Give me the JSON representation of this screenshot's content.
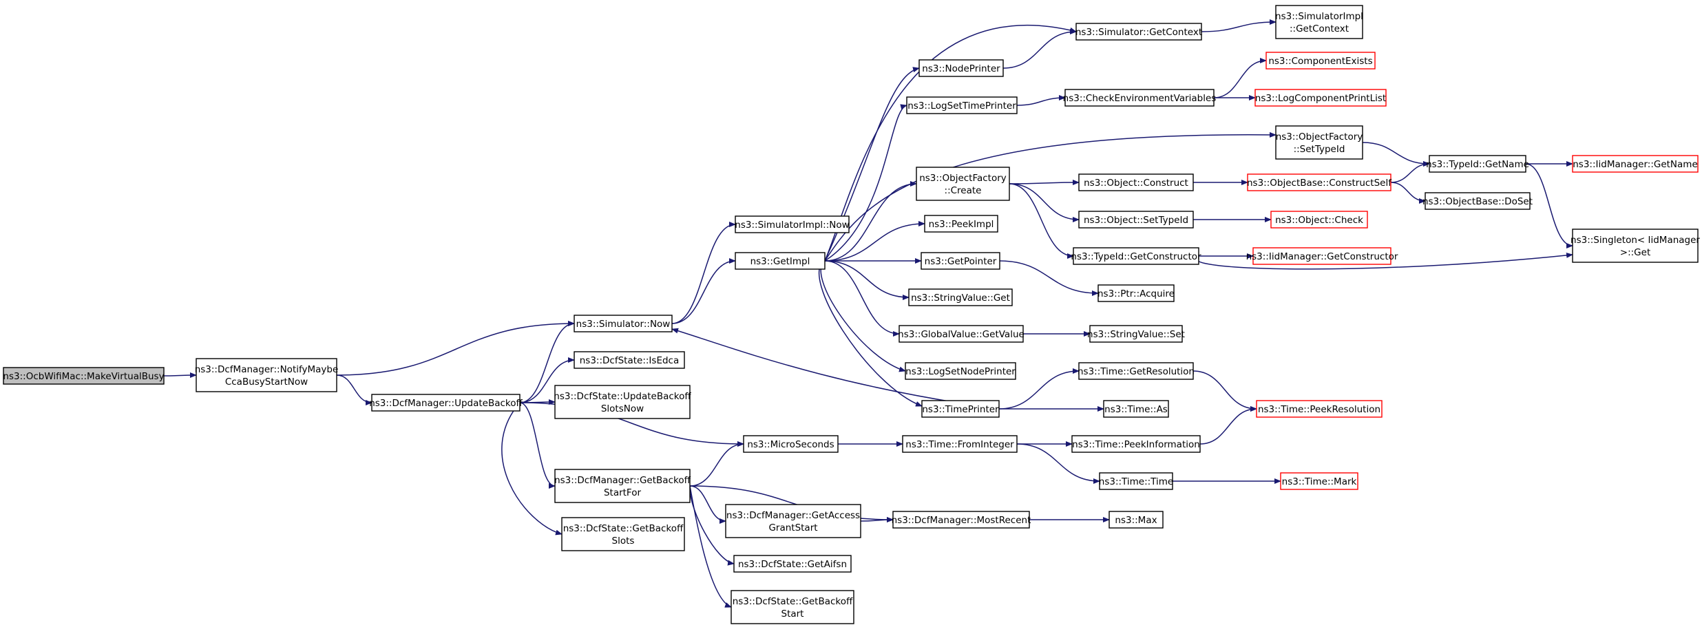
{
  "colors": {
    "edge": "#191970",
    "normal_border": "#000000",
    "truncated_border": "#ff0000",
    "root_fill": "#bfbfbf",
    "node_fill": "#ffffff"
  },
  "nodes": [
    {
      "id": "root",
      "lines": [
        "ns3::OcbWifiMac::MakeVirtualBusy"
      ],
      "root": true
    },
    {
      "id": "notify",
      "lines": [
        "ns3::DcfManager::NotifyMaybe",
        "CcaBusyStartNow"
      ]
    },
    {
      "id": "updbk",
      "lines": [
        "ns3::DcfManager::UpdateBackoff"
      ]
    },
    {
      "id": "simnow",
      "lines": [
        "ns3::Simulator::Now"
      ]
    },
    {
      "id": "isedca",
      "lines": [
        "ns3::DcfState::IsEdca"
      ]
    },
    {
      "id": "updslots",
      "lines": [
        "ns3::DcfState::UpdateBackoff",
        "SlotsNow"
      ]
    },
    {
      "id": "getbkfor",
      "lines": [
        "ns3::DcfManager::GetBackoff",
        "StartFor"
      ]
    },
    {
      "id": "getbkslots",
      "lines": [
        "ns3::DcfState::GetBackoff",
        "Slots"
      ]
    },
    {
      "id": "simimplnow",
      "lines": [
        "ns3::SimulatorImpl::Now"
      ]
    },
    {
      "id": "getimpl",
      "lines": [
        "ns3::GetImpl"
      ]
    },
    {
      "id": "micro",
      "lines": [
        "ns3::MicroSeconds"
      ]
    },
    {
      "id": "getaccess",
      "lines": [
        "ns3::DcfManager::GetAccess",
        "GrantStart"
      ]
    },
    {
      "id": "getaifsn",
      "lines": [
        "ns3::DcfState::GetAifsn"
      ]
    },
    {
      "id": "getbkstart",
      "lines": [
        "ns3::DcfState::GetBackoff",
        "Start"
      ]
    },
    {
      "id": "nodeprinter",
      "lines": [
        "ns3::NodePrinter"
      ]
    },
    {
      "id": "logsettime",
      "lines": [
        "ns3::LogSetTimePrinter"
      ]
    },
    {
      "id": "ofcreate",
      "lines": [
        "ns3::ObjectFactory",
        "::Create"
      ]
    },
    {
      "id": "peekimpl",
      "lines": [
        "ns3::PeekImpl"
      ]
    },
    {
      "id": "getpointer",
      "lines": [
        "ns3::GetPointer"
      ]
    },
    {
      "id": "svget",
      "lines": [
        "ns3::StringValue::Get"
      ]
    },
    {
      "id": "gvgetvalue",
      "lines": [
        "ns3::GlobalValue::GetValue"
      ]
    },
    {
      "id": "logsetnode",
      "lines": [
        "ns3::LogSetNodePrinter"
      ]
    },
    {
      "id": "timeprinter",
      "lines": [
        "ns3::TimePrinter"
      ]
    },
    {
      "id": "fromint",
      "lines": [
        "ns3::Time::FromInteger"
      ]
    },
    {
      "id": "mostrecent",
      "lines": [
        "ns3::DcfManager::MostRecent"
      ]
    },
    {
      "id": "simgetctx",
      "lines": [
        "ns3::Simulator::GetContext"
      ]
    },
    {
      "id": "checkenv",
      "lines": [
        "ns3::CheckEnvironmentVariables"
      ]
    },
    {
      "id": "objconstruct",
      "lines": [
        "ns3::Object::Construct"
      ]
    },
    {
      "id": "objsettypeid",
      "lines": [
        "ns3::Object::SetTypeId"
      ]
    },
    {
      "id": "tidgetctor",
      "lines": [
        "ns3::TypeId::GetConstructor"
      ]
    },
    {
      "id": "ptracquire",
      "lines": [
        "ns3::Ptr::Acquire"
      ]
    },
    {
      "id": "svset",
      "lines": [
        "ns3::StringValue::Set"
      ]
    },
    {
      "id": "getres",
      "lines": [
        "ns3::Time::GetResolution"
      ]
    },
    {
      "id": "timeas",
      "lines": [
        "ns3::Time::As"
      ]
    },
    {
      "id": "peekinfo",
      "lines": [
        "ns3::Time::PeekInformation"
      ]
    },
    {
      "id": "timetime",
      "lines": [
        "ns3::Time::Time"
      ]
    },
    {
      "id": "max",
      "lines": [
        "ns3::Max"
      ]
    },
    {
      "id": "simimplgetctx",
      "lines": [
        "ns3::SimulatorImpl",
        "::GetContext"
      ]
    },
    {
      "id": "compexists",
      "lines": [
        "ns3::ComponentExists"
      ],
      "truncated": true
    },
    {
      "id": "logcomplist",
      "lines": [
        "ns3::LogComponentPrintList"
      ],
      "truncated": true
    },
    {
      "id": "ofsettypeid",
      "lines": [
        "ns3::ObjectFactory",
        "::SetTypeId"
      ]
    },
    {
      "id": "constructself",
      "lines": [
        "ns3::ObjectBase::ConstructSelf"
      ],
      "truncated": true
    },
    {
      "id": "objcheck",
      "lines": [
        "ns3::Object::Check"
      ],
      "truncated": true
    },
    {
      "id": "iidgetctor",
      "lines": [
        "ns3::IidManager::GetConstructor"
      ],
      "truncated": true
    },
    {
      "id": "peekres",
      "lines": [
        "ns3::Time::PeekResolution"
      ],
      "truncated": true
    },
    {
      "id": "timemark",
      "lines": [
        "ns3::Time::Mark"
      ],
      "truncated": true
    },
    {
      "id": "tidgetname",
      "lines": [
        "ns3::TypeId::GetName"
      ]
    },
    {
      "id": "obdoset",
      "lines": [
        "ns3::ObjectBase::DoSet"
      ]
    },
    {
      "id": "iidgetname",
      "lines": [
        "ns3::IidManager::GetName"
      ],
      "truncated": true
    },
    {
      "id": "singleton",
      "lines": [
        "ns3::Singleton< IidManager",
        ">::Get"
      ]
    }
  ]
}
